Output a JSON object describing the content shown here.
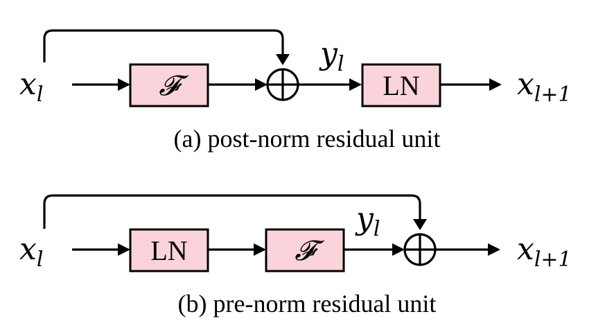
{
  "diagrams": [
    {
      "input": {
        "base": "x",
        "sub": "l"
      },
      "intermediate": {
        "base": "y",
        "sub": "l"
      },
      "output": {
        "base": "x",
        "sub": "l+1"
      },
      "blocks": [
        "𝓕",
        "LN"
      ],
      "caption": "(a) post-norm residual unit"
    },
    {
      "input": {
        "base": "x",
        "sub": "l"
      },
      "intermediate": {
        "base": "y",
        "sub": "l"
      },
      "output": {
        "base": "x",
        "sub": "l+1"
      },
      "blocks": [
        "LN",
        "𝓕"
      ],
      "caption": "(b) pre-norm residual unit"
    }
  ],
  "colors": {
    "block_fill": "#fad4da",
    "stroke": "#000000"
  },
  "icons": {
    "sum_node": "circled-plus-icon",
    "arrow": "arrow-right-icon"
  }
}
